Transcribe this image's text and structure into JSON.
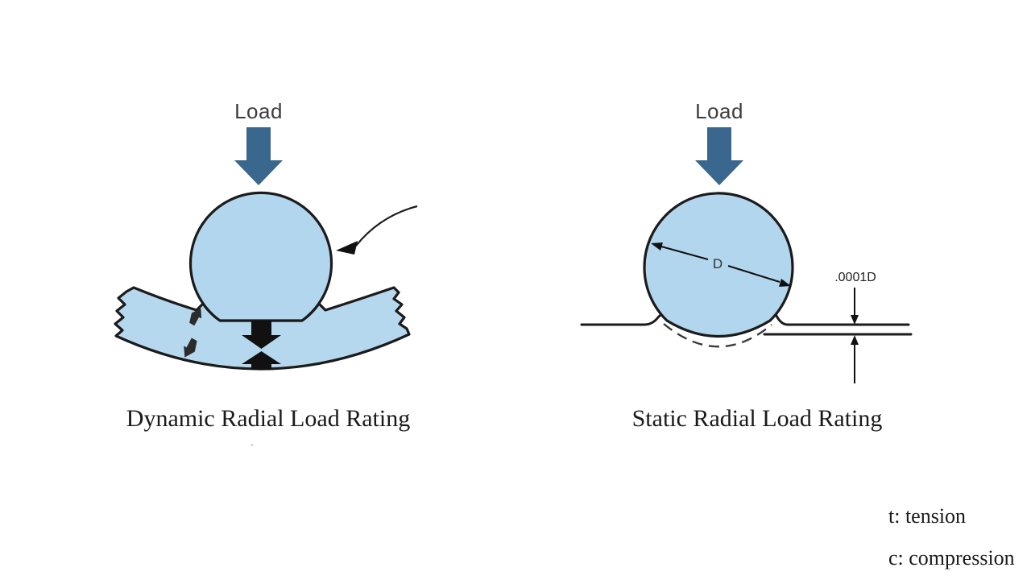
{
  "dynamic": {
    "load_label": "Load",
    "caption": "Dynamic Radial Load Rating"
  },
  "static": {
    "load_label": "Load",
    "caption": "Static Radial Load Rating",
    "diameter_label": "D",
    "indentation_label": ".0001D"
  },
  "legend": {
    "tension_line": "t: tension",
    "compression_line": "c: compression"
  },
  "colors": {
    "load_arrow": "#3a678e",
    "ball_fill": "#b2d6ee",
    "race_fill": "#b6d8ee",
    "outline": "#1b1b1b",
    "label_text": "#3d3d3d"
  }
}
